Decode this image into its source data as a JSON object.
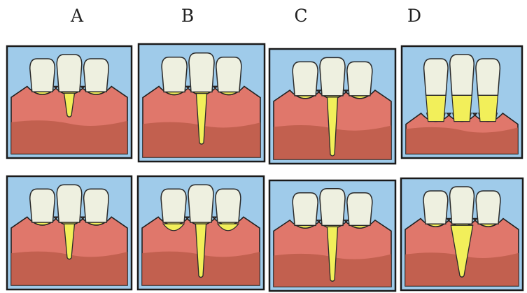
{
  "column_labels": [
    "A",
    "B",
    "C",
    "D"
  ],
  "colors": {
    "sky": "#9fcbea",
    "gum": "#e0776b",
    "gum_outline": "#222222",
    "bone": "#b85846",
    "tooth": "#eef0e0",
    "tooth_outline": "#2a2a2a",
    "root": "#f2ef5a",
    "frame": "#1a1a1a"
  },
  "panels": [
    {
      "column": "A",
      "row": 1,
      "gum_level": "normal",
      "defect": "small-cleft"
    },
    {
      "column": "B",
      "row": 1,
      "gum_level": "normal",
      "defect": "deep-narrow-cleft"
    },
    {
      "column": "C",
      "row": 1,
      "gum_level": "normal",
      "defect": "deep-cleft-to-bone"
    },
    {
      "column": "D",
      "row": 1,
      "gum_level": "receded",
      "defect": "generalized-recession"
    },
    {
      "column": "A",
      "row": 2,
      "gum_level": "normal",
      "defect": "short-cleft"
    },
    {
      "column": "B",
      "row": 2,
      "gum_level": "normal",
      "defect": "deep-cleft-with-neighbour-recession"
    },
    {
      "column": "C",
      "row": 2,
      "gum_level": "normal",
      "defect": "narrow-cleft-to-bone"
    },
    {
      "column": "D",
      "row": 2,
      "gum_level": "normal",
      "defect": "wide-v-cleft"
    }
  ]
}
